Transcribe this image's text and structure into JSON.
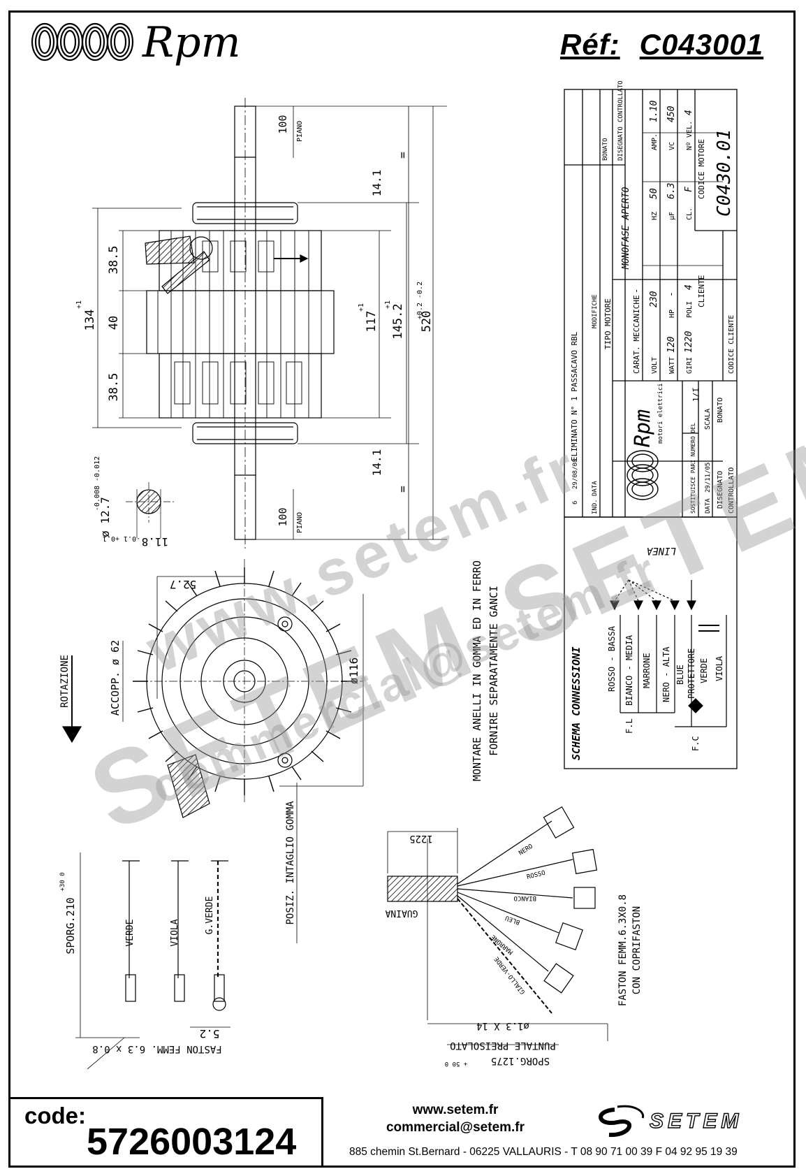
{
  "brand": {
    "name": "Rpm"
  },
  "reference": {
    "label": "Réf:",
    "value": "C043001"
  },
  "dimensions": {
    "d100_top": "100",
    "piano": "PIANO",
    "d100_bottom": "100",
    "d14_1_top": "14.1",
    "d14_1_bottom": "14.1",
    "d38_5_top": "38.5",
    "d40": "40",
    "d38_5_bottom": "38.5",
    "d134": "134",
    "tol_134": "+1",
    "d117": "117",
    "tol_117": "+1",
    "d145": "145.2",
    "tol_145": "+1",
    "d520": "520",
    "tol_520": "+0.2 -0.2",
    "eq": "=",
    "shaft_dia": "ø 12.7",
    "shaft_tol": "-0.008 -0.012",
    "flat": "11.8",
    "flat_tol": "-0.1 +0.1",
    "d52_7": "52.7",
    "accopp": "ACCOPP. ø 62",
    "d116": "ø116",
    "rotazione": "ROTAZIONE",
    "posiz": "POSIZ. INTAGLIO GOMMA",
    "note1": "MONTARE ANELLI IN GOMMA ED IN FERRO",
    "note2": "FORNIRE SEPARATAMENTE GANCI"
  },
  "title_block": {
    "rev_num": "6",
    "rev_date": "29/08/08",
    "rev_text": "ELIMINATO N° 1 PASSACAVO RBL",
    "ind": "IND.",
    "data": "DATA",
    "modifiche": "MODIFICHE",
    "bonato": "BONATO",
    "disegnato": "DISEGNATO",
    "controllato": "CONTROLLATO",
    "tipo_motore": "TIPO MOTORE",
    "tipo_value": "MONOFASE APERTO",
    "carat": "CARAT. MECCANICHE",
    "carat_value": "-",
    "volt_label": "VOLT",
    "volt": "230",
    "watt_label": "WATT",
    "watt": "120",
    "giri_label": "GIRI",
    "giri": "1220",
    "hz_label": "HZ",
    "hz": "50",
    "uf_label": "µF",
    "uf": "6.3",
    "cl_label": "CL.",
    "cl": "F",
    "hp_label": "HP",
    "hp": "-",
    "poli_label": "POLI",
    "poli": "4",
    "amp_label": "AMP.",
    "amp": "1.10",
    "vc_label": "VC",
    "vc": "450",
    "nvel_label": "Nº VEL.",
    "nvel": "4",
    "codice_motore_label": "CODICE MOTORE",
    "codice_motore": "C0430.01",
    "cliente": "CLIENTE",
    "codice_cliente": "CODICE CLIENTE",
    "rpm_name": "Rpm",
    "rpm_sub": "motori elettrici",
    "sostituisce": "SOSTITUISCE PARI NUMERO DEL",
    "sostituisce_value": "-",
    "scala_label": "SCALA",
    "scala": "1/1",
    "data_label": "DATA",
    "data_value": "29/11/05",
    "disegnato_value": "BONATO"
  },
  "schema": {
    "title": "SCHEMA CONNESSIONI",
    "linea": "LINEA",
    "wires": [
      "ROSSO - BASSA",
      "BIANCO - MEDIA",
      "MARRONE",
      "NERO - ALTA",
      "BLUE",
      "PROTETTORE",
      "VERDE",
      "VIOLA"
    ],
    "fl": "F.L",
    "fc": "F.C"
  },
  "lower_left": {
    "sporg": "SPORG.210",
    "sporg_tol": "+30 0",
    "wire1": "VERDE",
    "wire2": "VIOLA",
    "wire3": "G.VERDE",
    "d5_2": "5.2",
    "faston": "FASTON FEMM. 6.3 x 0.8"
  },
  "cable": {
    "d1225": "1225",
    "guaina": "GUAINA",
    "colors": [
      "NERO",
      "ROSSO",
      "BIANCO",
      "BLEU",
      "MARRONE",
      "GIALLO-VERDE"
    ],
    "faston": "FASTON FEMM.6.3X0.8",
    "copri": "CON COPRIFASTON",
    "d14": "ø1.3 X 14",
    "puntale": "PUNTALE PREISOLATO",
    "sporg": "SPORG.1275",
    "sporg_tol": "+ 50 0"
  },
  "watermark": {
    "line1": "www.setem.fr",
    "line2": "SETEM SETEM",
    "line3": "commercial@setem.fr"
  },
  "footer": {
    "code_label": "code:",
    "code_value": "5726003124",
    "web": "www.setem.fr",
    "email": "commercial@setem.fr",
    "address": "885 chemin St.Bernard  -  06225 VALLAURIS  -  T 08 90 71 00 39   F 04 92 95 19 39",
    "setem": "SETEM"
  }
}
